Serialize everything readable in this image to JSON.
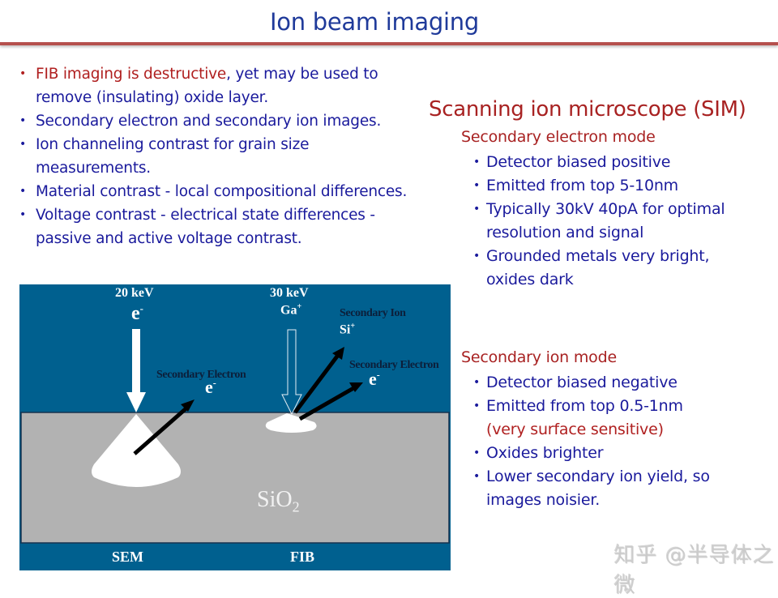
{
  "slide": {
    "title": "Ion beam imaging",
    "colors": {
      "title": "#1f3a9a",
      "rule": "#b5504d",
      "body_blue": "#1a1a9c",
      "accent_red": "#a82222",
      "diagram_blue": "#00608f",
      "diagram_gray": "#b2b2b2"
    }
  },
  "left_bullets": [
    {
      "red_part": "FIB imaging is destructive",
      "blue_part": ", yet may be used to remove (insulating) oxide layer."
    },
    {
      "text": "Secondary electron and secondary ion images."
    },
    {
      "text": "Ion channeling contrast for grain size measurements."
    },
    {
      "text": "Material contrast - local compositional differences."
    },
    {
      "text": "Voltage contrast - electrical state differences - passive and active voltage contrast."
    }
  ],
  "sim": {
    "title": "Scanning ion microscope (SIM)",
    "se_mode": {
      "title": "Secondary electron mode",
      "bullets": [
        "Detector biased positive",
        "Emitted from top 5-10nm",
        "Typically 30kV 40pA for optimal resolution and signal",
        "Grounded metals very bright, oxides dark"
      ]
    },
    "si_mode": {
      "title": "Secondary ion mode",
      "bullets": [
        {
          "text": "Detector biased negative"
        },
        {
          "text": "Emitted from top 0.5-1nm",
          "red_note": "(very surface sensitive)"
        },
        {
          "text": "Oxides brighter"
        },
        {
          "text": "Lower secondary ion yield, so images noisier."
        }
      ]
    }
  },
  "diagram": {
    "sem_energy": "20 keV",
    "sem_particle": "e",
    "sem_particle_sup": "-",
    "sem_secondary_label": "Secondary Electron",
    "sem_secondary_particle": "e",
    "sem_secondary_sup": "-",
    "fib_energy": "30 keV",
    "fib_particle": "Ga",
    "fib_particle_sup": "+",
    "fib_secondary_ion_label": "Secondary Ion",
    "fib_secondary_ion": "Si",
    "fib_secondary_ion_sup": "+",
    "fib_secondary_electron_label": "Secondary Electron",
    "fib_secondary_electron": "e",
    "fib_secondary_electron_sup": "-",
    "substrate": "SiO",
    "substrate_sub": "2",
    "sem_label": "SEM",
    "fib_label": "FIB"
  },
  "watermark": "知乎 @半导体之微"
}
